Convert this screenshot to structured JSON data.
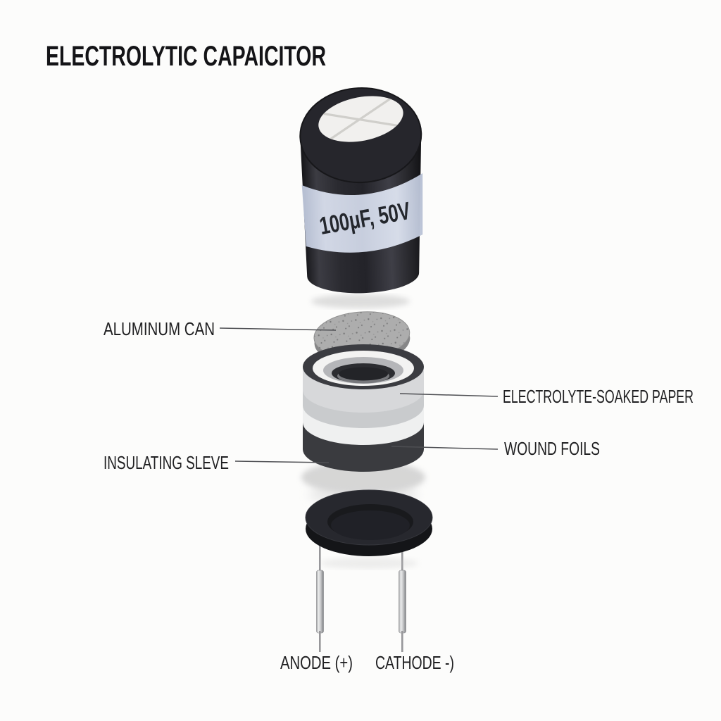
{
  "page": {
    "title": "ELECTROLYTIC CAPAICITOR",
    "background": "#fcfcfb"
  },
  "capacitor": {
    "marking": "100μF, 50V"
  },
  "labels": {
    "aluminum_can": "ALUMINUM CAN",
    "electrolyte_paper": "ELECTROLYTE-SOAKED PAPER",
    "wound_foils": "WOUND FOILS",
    "insulating_sleeve": "INSULATING SLEVE",
    "anode": "ANODE (+)",
    "cathode": "CATHODE -)"
  },
  "colors": {
    "can_body_dark": "#232329",
    "label_band_blue": "#ccd4e3",
    "top_face_white": "#f1f0ee",
    "vent_cross_gray": "#cecdc9",
    "speckled_disc_gray": "#adadad",
    "paper_layer_gray": "#d7d8da",
    "foil_layer_white": "#eff0f0",
    "sleeve_dark": "#3a3b3f",
    "seal_black": "#222328",
    "lead_metal": "#c6c7c9",
    "leader_line": "#4e4f53",
    "text": "#1c1c1e"
  }
}
